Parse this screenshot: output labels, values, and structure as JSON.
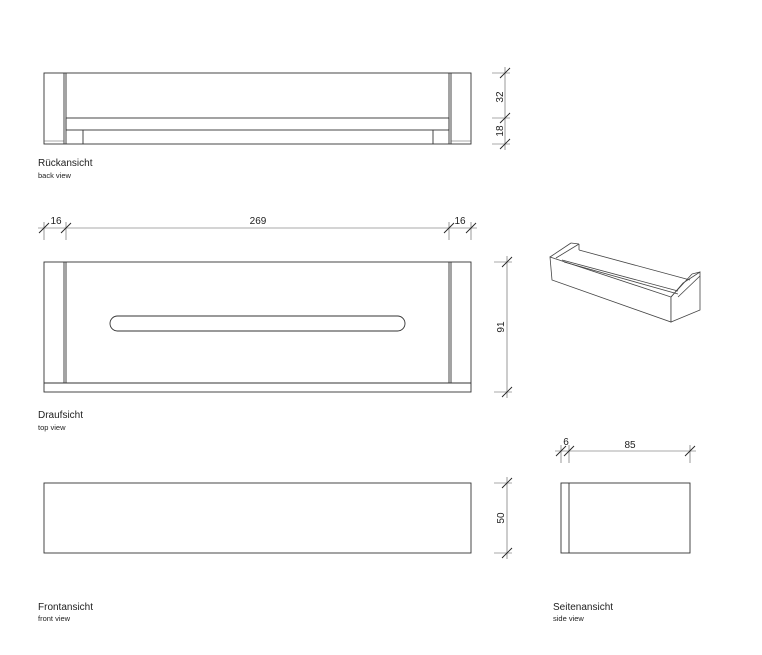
{
  "views": {
    "back": {
      "title": "Rückansicht",
      "subtitle": "back view",
      "dims": [
        "32",
        "18"
      ]
    },
    "top": {
      "title": "Draufsicht",
      "subtitle": "top view",
      "dims": [
        "16",
        "269",
        "16",
        "91"
      ]
    },
    "front": {
      "title": "Frontansicht",
      "subtitle": "front view",
      "dims": [
        "50"
      ]
    },
    "side": {
      "title": "Seitenansicht",
      "subtitle": "side view",
      "dims": [
        "6",
        "85"
      ]
    }
  }
}
